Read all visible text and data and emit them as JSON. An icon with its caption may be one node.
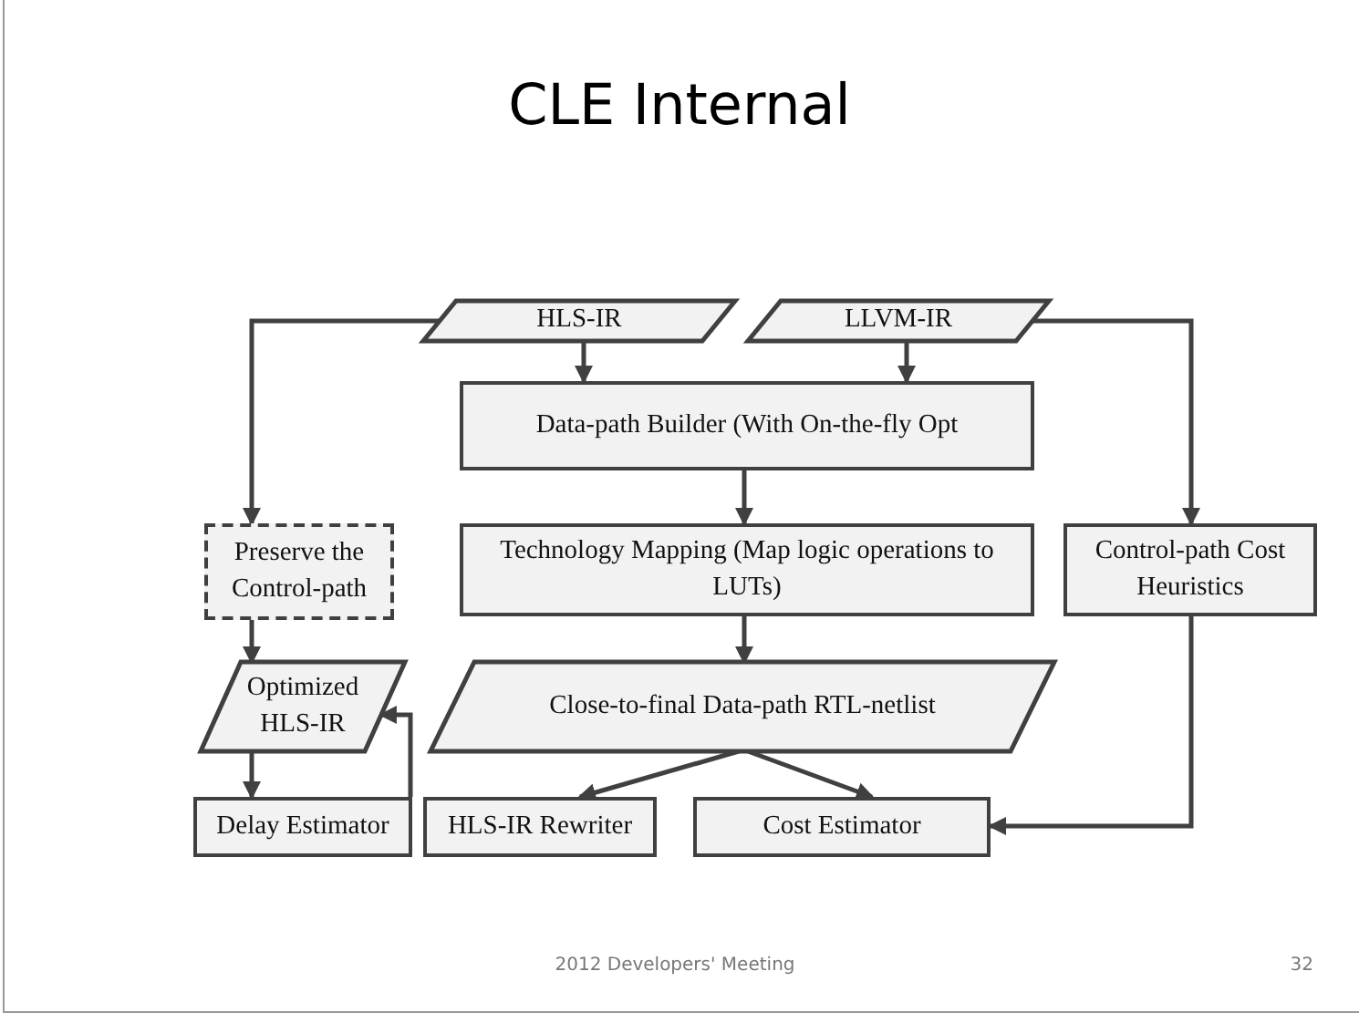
{
  "diagram": {
    "title": "CLE Internal",
    "nodes": [
      {
        "text": [
          "HLS-IR"
        ]
      },
      {
        "text": [
          "LLVM-IR"
        ]
      },
      {
        "text": [
          "Data-path Builder (With On-the-fly Opt"
        ]
      },
      {
        "text": [
          "Preserve the Control-path"
        ]
      },
      {
        "text": [
          "Technology Mapping (Map logic operations to LUTs)"
        ]
      },
      {
        "text": [
          "Control-path Cost Heuristics"
        ]
      },
      {
        "text": [
          "Optimized HLS-IR"
        ]
      },
      {
        "text": [
          "Close-to-final Data-path RTL-netlist"
        ]
      },
      {
        "text": [
          "Delay Estimator"
        ]
      },
      {
        "text": [
          "HLS-IR Rewriter"
        ]
      },
      {
        "text": [
          "Cost Estimator"
        ]
      }
    ],
    "edges": [
      {
        "from": 0,
        "to": 3,
        "arrow": "to"
      },
      {
        "from": 0,
        "to": 2,
        "arrow": "to"
      },
      {
        "from": 1,
        "to": 2,
        "arrow": "to"
      },
      {
        "from": 1,
        "to": 5,
        "arrow": "to"
      },
      {
        "from": 2,
        "to": 4,
        "arrow": "to"
      },
      {
        "from": 3,
        "to": 6,
        "arrow": "to"
      },
      {
        "from": 4,
        "to": 7,
        "arrow": "to"
      },
      {
        "from": 6,
        "to": 8,
        "arrow": "to"
      },
      {
        "from": 7,
        "to": 9,
        "arrow": "to"
      },
      {
        "from": 7,
        "to": 10,
        "arrow": "to"
      },
      {
        "from": 9,
        "to": 6,
        "arrow": "to"
      },
      {
        "from": 5,
        "to": 10,
        "arrow": "to"
      }
    ],
    "labels": [
      "2012 Developers' Meeting",
      "32"
    ]
  }
}
